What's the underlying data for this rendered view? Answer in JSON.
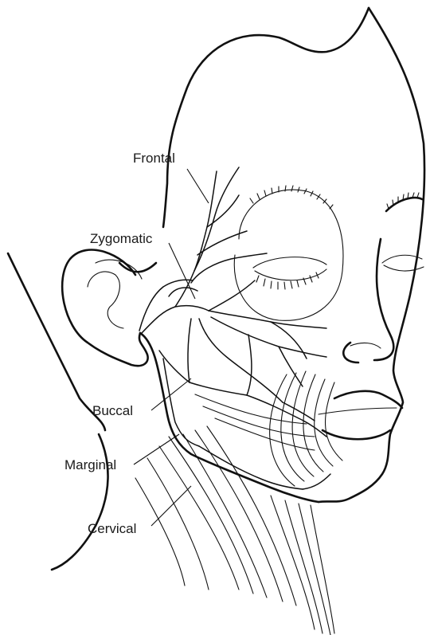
{
  "labels": {
    "frontal": "Frontal",
    "zygomatic": "Zygomatic",
    "buccal": "Buccal",
    "marginal": "Marginal",
    "cervical": "Cervical"
  },
  "colors": {
    "line": "#111111",
    "background": "#ffffff"
  }
}
